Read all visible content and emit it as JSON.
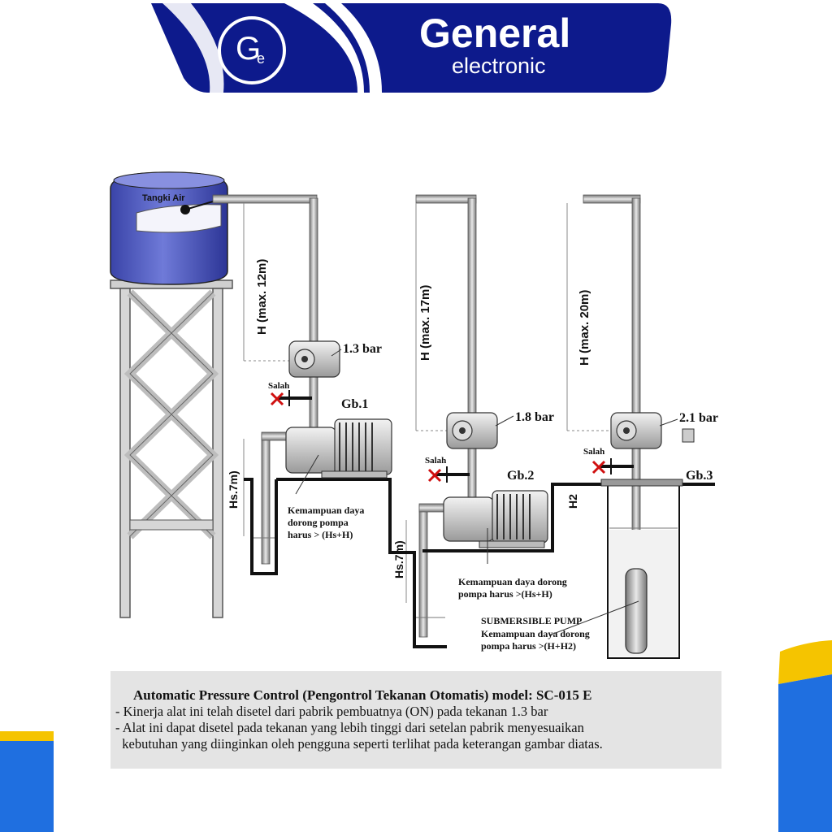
{
  "brand": {
    "name": "General",
    "sub": "electronic",
    "logo_letter": "G",
    "logo_sub": "e",
    "colors": {
      "navy": "#0d1a8c",
      "blue": "#1a2fb5",
      "yellow": "#f5c400",
      "sky": "#1f6fe0"
    }
  },
  "diagram": {
    "tank_label": "Tangki Air",
    "height1": "H (max. 12m)",
    "height2": "H (max. 17m)",
    "height3": "H (max. 20m)",
    "pressure1": "1.3 bar",
    "pressure2": "1.8 bar",
    "pressure3": "2.1 bar",
    "wrong1": "Salah",
    "wrong2": "Salah",
    "wrong3": "Salah",
    "fig1": "Gb.1",
    "fig2": "Gb.2",
    "fig3": "Gb.3",
    "hs1": "Hs.7m)",
    "hs2": "Hs.7m)",
    "h2": "H2",
    "note1": [
      "Kemampuan daya",
      "dorong pompa",
      "harus > (Hs+H)"
    ],
    "note2": [
      "Kemampuan daya dorong",
      "pompa harus >(Hs+H)"
    ],
    "submersible_title": "SUBMERSIBLE PUMP",
    "note3": [
      "Kemampuan daya dorong",
      "pompa harus >(H+H2)"
    ]
  },
  "caption": {
    "title": "Automatic Pressure Control (Pengontrol Tekanan Otomatis) model: SC-015 E",
    "line1": "- Kinerja alat ini telah disetel dari pabrik pembuatnya (ON) pada tekanan 1.3 bar",
    "line2": "- Alat ini dapat disetel pada tekanan yang lebih tinggi dari setelan pabrik menyesuaikan",
    "line3": "  kebutuhan yang diinginkan oleh pengguna seperti terlihat pada keterangan gambar diatas."
  }
}
